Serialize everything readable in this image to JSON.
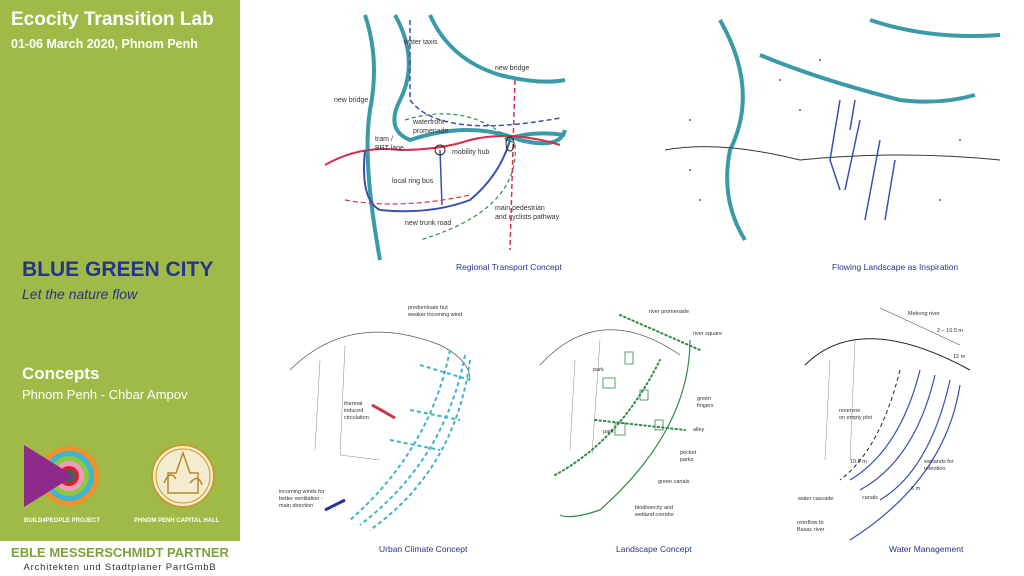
{
  "sidebar": {
    "title": "Ecocity Transition Lab",
    "date": "01-06 March 2020, Phnom Penh",
    "headline": "BLUE GREEN CITY",
    "tagline": "Let the nature flow",
    "section": "Concepts",
    "location": "Phnom Penh - Chbar Ampov",
    "logos": [
      {
        "label": "BUILD4PEOPLE PROJECT",
        "icon": "build4people-logo"
      },
      {
        "label": "PHNOM PENH CAPITAL HALL",
        "icon": "capital-hall-seal"
      }
    ],
    "firm_name": "EBLE MESSERSCHMIDT PARTNER",
    "firm_subtitle": "Architekten und Stadtplaner PartGmbB"
  },
  "panels": {
    "transport": {
      "caption": "Regional Transport Concept",
      "labels": [
        "water taxis",
        "new bridge",
        "new bridge",
        "waterfront",
        "promenade",
        "tram /",
        "BRT lane",
        "mobility hub",
        "local ring bus",
        "main pedestrian",
        "and cyclists pathway",
        "new trunk road"
      ]
    },
    "flowing": {
      "caption": "Flowing Landscape as Inspiration"
    },
    "climate": {
      "caption": "Urban Climate Concept",
      "labels": [
        "predominate but",
        "weaker incoming wind",
        "thermal",
        "induced",
        "circulation",
        "incoming winds for",
        "better ventilation -",
        "main direction"
      ]
    },
    "landscape": {
      "caption": "Landscape Concept",
      "labels": [
        "river promenade",
        "river square",
        "park",
        "green",
        "fingers",
        "park",
        "alley",
        "pocket",
        "parks",
        "green canals",
        "biodivercity and",
        "wetland corridor"
      ]
    },
    "water": {
      "caption": "Water Management",
      "labels": [
        "Mekong river",
        "2 – 10.5 m",
        "12 m",
        "reservoir",
        "on empty plot",
        "10.5 m",
        "wetlands for",
        "retention",
        "6 m",
        "water cascade",
        "canals",
        "overflow to",
        "Basac river"
      ]
    }
  },
  "colors": {
    "sidebar": "#9fba47",
    "navy": "#27348b",
    "river": "#3a9aa8",
    "green": "#2e8b4a",
    "red": "#d0304a",
    "blue": "#3a4fb0",
    "cyan": "#3fb4c8"
  }
}
